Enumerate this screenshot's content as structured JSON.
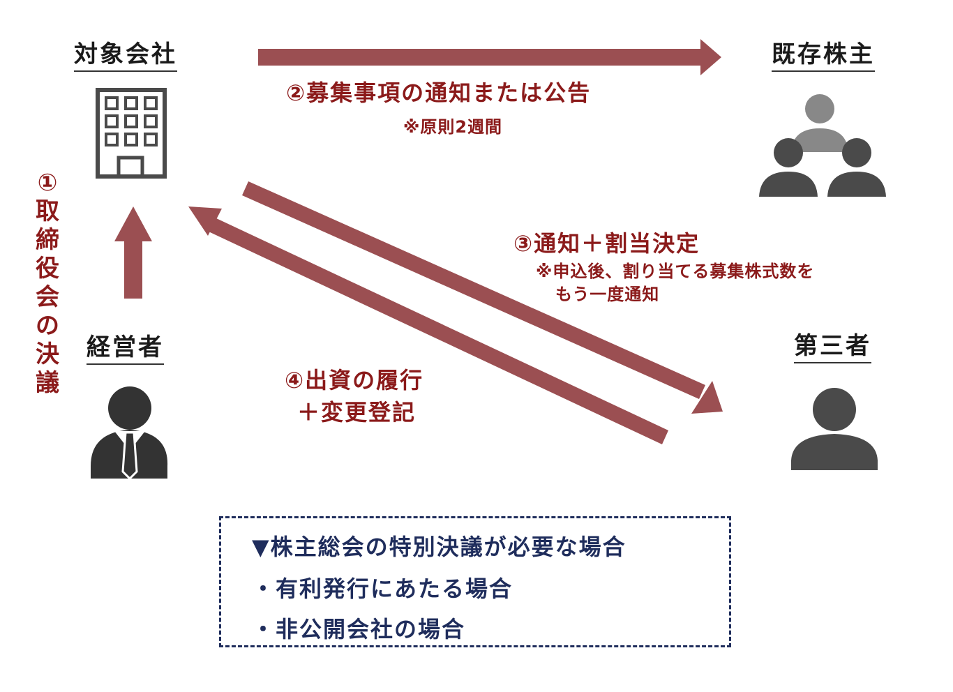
{
  "nodes": {
    "target_company": "対象会社",
    "existing_shareholders": "既存株主",
    "management": "経営者",
    "third_party": "第三者"
  },
  "steps": {
    "step1_vertical": "①取締役会の決議",
    "step2_title": "②募集事項の通知または公告",
    "step2_note": "※原則2週間",
    "step3_title": "③通知＋割当決定",
    "step3_note_line1": "※申込後、割り当てる募集株式数を",
    "step3_note_line2": "もう一度通知",
    "step4_line1": "④出資の履行",
    "step4_line2": "＋変更登記"
  },
  "conditions": {
    "heading": "▼株主総会の特別決議が必要な場合",
    "items": [
      "・有利発行にあたる場合",
      "・非公開会社の場合"
    ]
  },
  "icons": [
    "building-icon",
    "shareholders-group-icon",
    "businessman-icon",
    "person-icon"
  ],
  "colors": {
    "arrow": "#9b4f52",
    "step_text": "#8b1a1a",
    "box_border": "#1f2d5c",
    "icon_dark": "#4a4a4a"
  }
}
